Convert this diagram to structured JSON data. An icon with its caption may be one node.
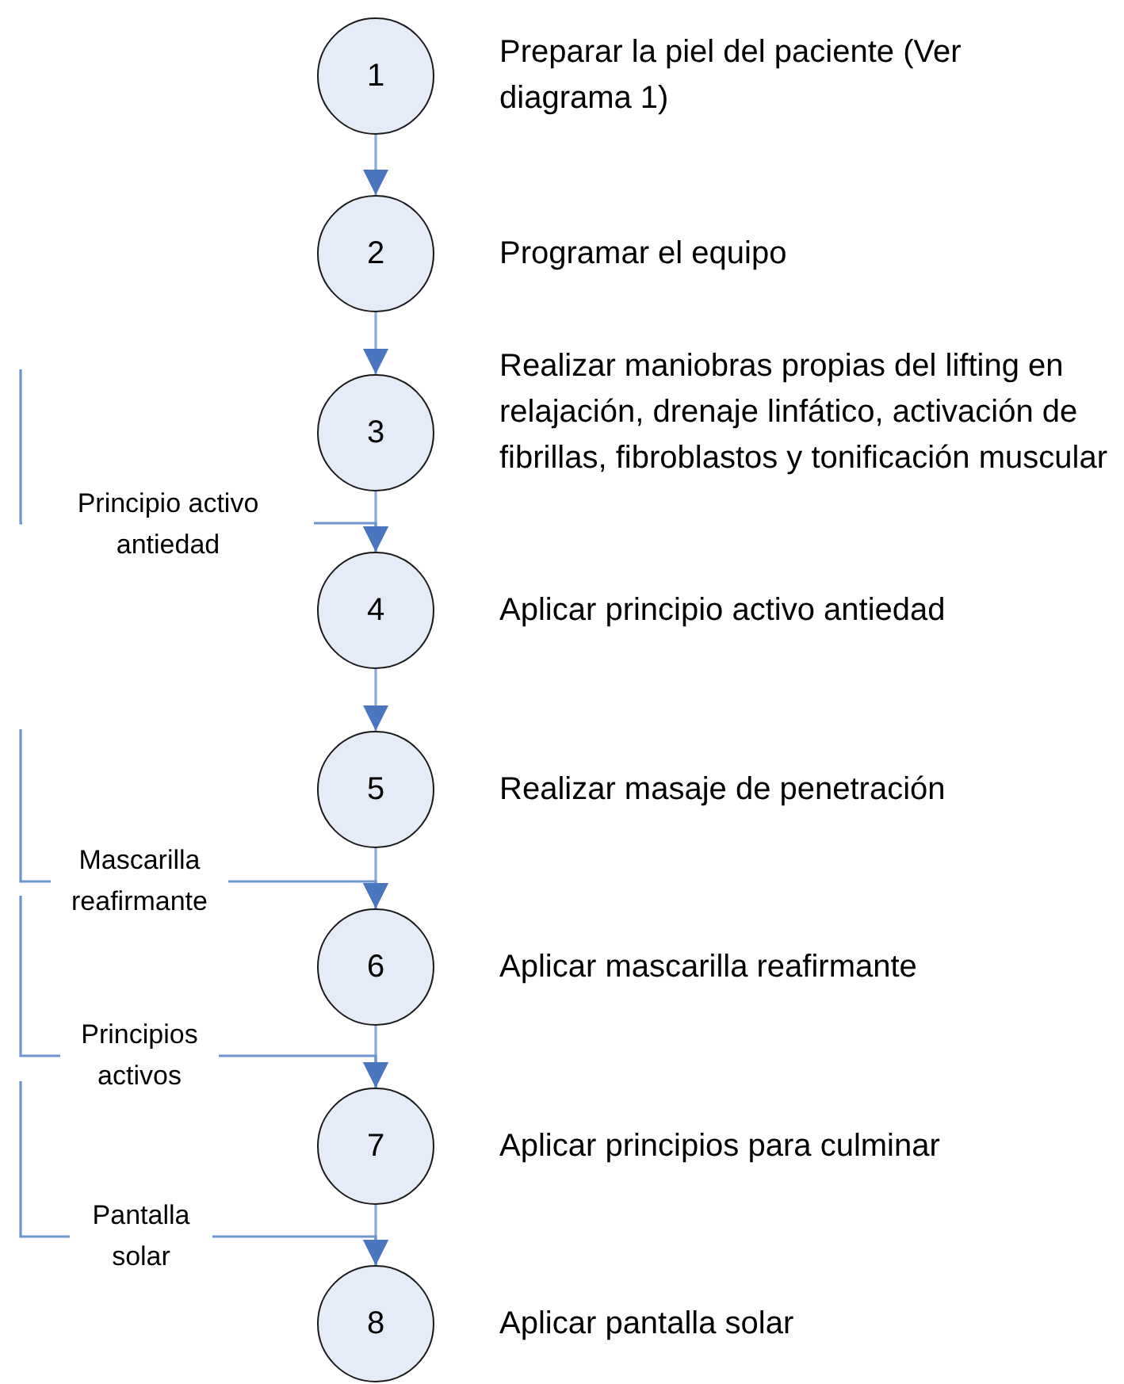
{
  "diagram": {
    "nodes": [
      {
        "text": [
          "1"
        ],
        "beside": [
          "Preparar la piel del paciente (Ver diagrama 1)"
        ]
      },
      {
        "text": [
          "2"
        ],
        "beside": [
          "Programar el equipo"
        ]
      },
      {
        "text": [
          "3"
        ],
        "beside": [
          "Realizar maniobras propias del lifting en relajación, drenaje linfático, activación de fibrillas, fibroblastos y tonificación muscular"
        ]
      },
      {
        "text": [
          "4"
        ],
        "beside": [
          "Aplicar principio activo antiedad"
        ]
      },
      {
        "text": [
          "5"
        ],
        "beside": [
          "Realizar masaje de penetración"
        ]
      },
      {
        "text": [
          "6"
        ],
        "beside": [
          "Aplicar mascarilla reafirmante"
        ]
      },
      {
        "text": [
          "7"
        ],
        "beside": [
          "Aplicar principios para culminar"
        ]
      },
      {
        "text": [
          "8"
        ],
        "beside": [
          "Aplicar pantalla solar"
        ]
      }
    ],
    "edges": [
      {
        "from": 0,
        "to": 1,
        "arrow": "to"
      },
      {
        "from": 1,
        "to": 2,
        "arrow": "to"
      },
      {
        "from": 2,
        "to": 3,
        "arrow": "to"
      },
      {
        "from": null,
        "to": 3,
        "arrow": "to",
        "label": "Principio activo antiedad"
      },
      {
        "from": 3,
        "to": 4,
        "arrow": "to"
      },
      {
        "from": 4,
        "to": 5,
        "arrow": "to"
      },
      {
        "from": null,
        "to": 5,
        "arrow": "to",
        "label": "Mascarilla reafirmante"
      },
      {
        "from": 5,
        "to": 6,
        "arrow": "to"
      },
      {
        "from": null,
        "to": 6,
        "arrow": "to",
        "label": "Principios activos"
      },
      {
        "from": 6,
        "to": 7,
        "arrow": "to"
      },
      {
        "from": null,
        "to": 7,
        "arrow": "to",
        "label": "Pantalla solar"
      }
    ]
  }
}
